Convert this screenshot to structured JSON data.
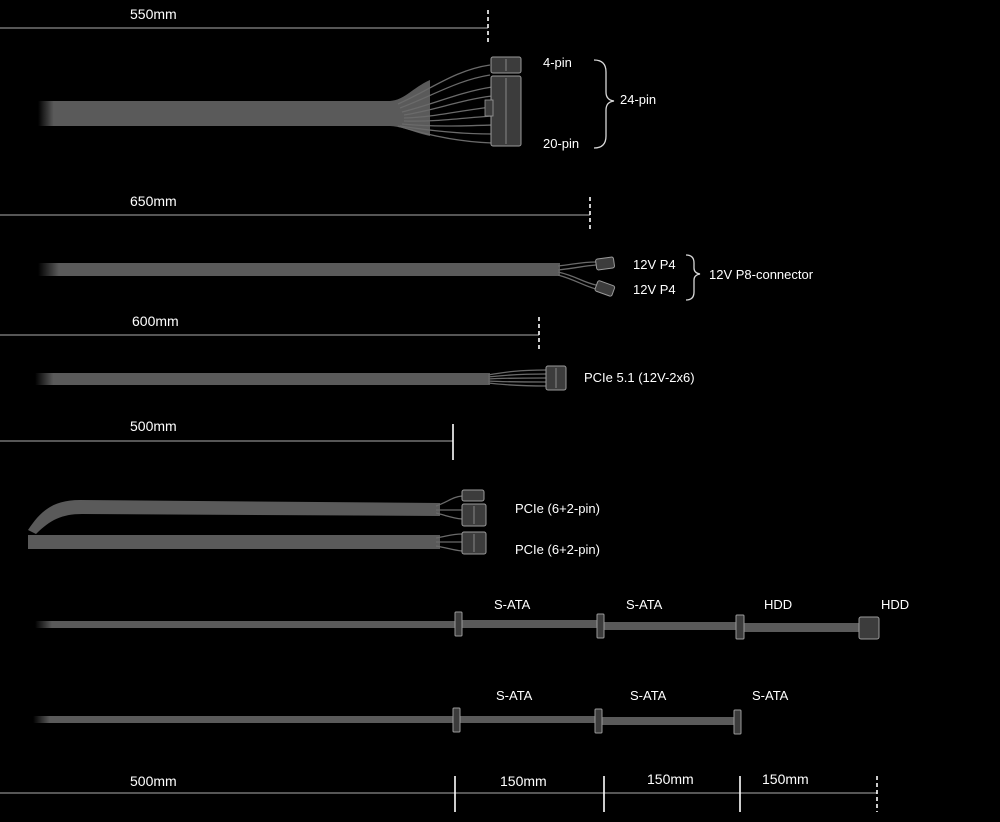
{
  "dimensions": {
    "d550": "550mm",
    "d650": "650mm",
    "d600": "600mm",
    "d500a": "500mm",
    "d500b": "500mm",
    "d150a": "150mm",
    "d150b": "150mm",
    "d150c": "150mm"
  },
  "atx_cable": {
    "four_pin": "4-pin",
    "twenty_pin": "20-pin",
    "total": "24-pin"
  },
  "cpu_cable": {
    "p4_top": "12V P4",
    "p4_bottom": "12V P4",
    "combined": "12V P8-connector"
  },
  "pcie51_cable": {
    "label": "PCIe 5.1 (12V-2x6)"
  },
  "pcie_cables": {
    "first": "PCIe (6+2-pin)",
    "second": "PCIe (6+2-pin)"
  },
  "peripheral_cable_1": {
    "c1": "S-ATA",
    "c2": "S-ATA",
    "c3": "HDD",
    "c4": "HDD"
  },
  "peripheral_cable_2": {
    "c1": "S-ATA",
    "c2": "S-ATA",
    "c3": "S-ATA"
  },
  "colors": {
    "background": "#000000",
    "cable": "#5a5a5a",
    "text": "#ffffff",
    "dimension_line": "#8a8a8a"
  }
}
